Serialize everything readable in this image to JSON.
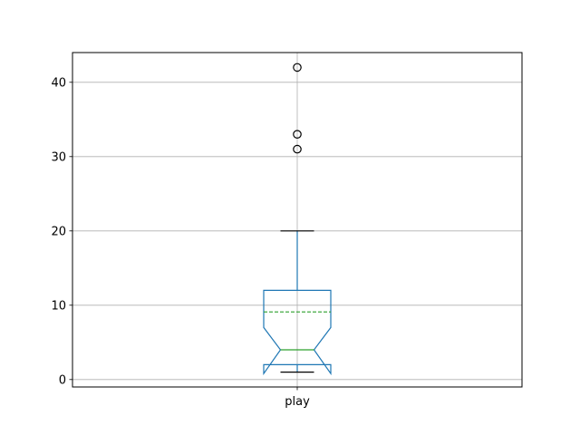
{
  "chart_data": {
    "type": "box",
    "categories": [
      "play"
    ],
    "boxes": [
      {
        "name": "play",
        "whisker_low": 1,
        "q1": 2,
        "median": 4,
        "q3": 12,
        "whisker_high": 20,
        "mean": 9.1,
        "notch_low": 0.8,
        "notch_high": 7.0,
        "outliers": [
          31,
          33,
          42
        ]
      }
    ],
    "ylim": [
      -1,
      44
    ],
    "yticks": [
      0,
      10,
      20,
      30,
      40
    ],
    "grid": true,
    "notched": true,
    "show_mean_line": true,
    "colors": {
      "box": "#1f77b4",
      "median": "#2ca02c",
      "mean": "#2ca02c",
      "whisker_cap": "#000000",
      "outlier": "#000000",
      "grid": "#b0b0b0",
      "frame": "#000000"
    }
  }
}
